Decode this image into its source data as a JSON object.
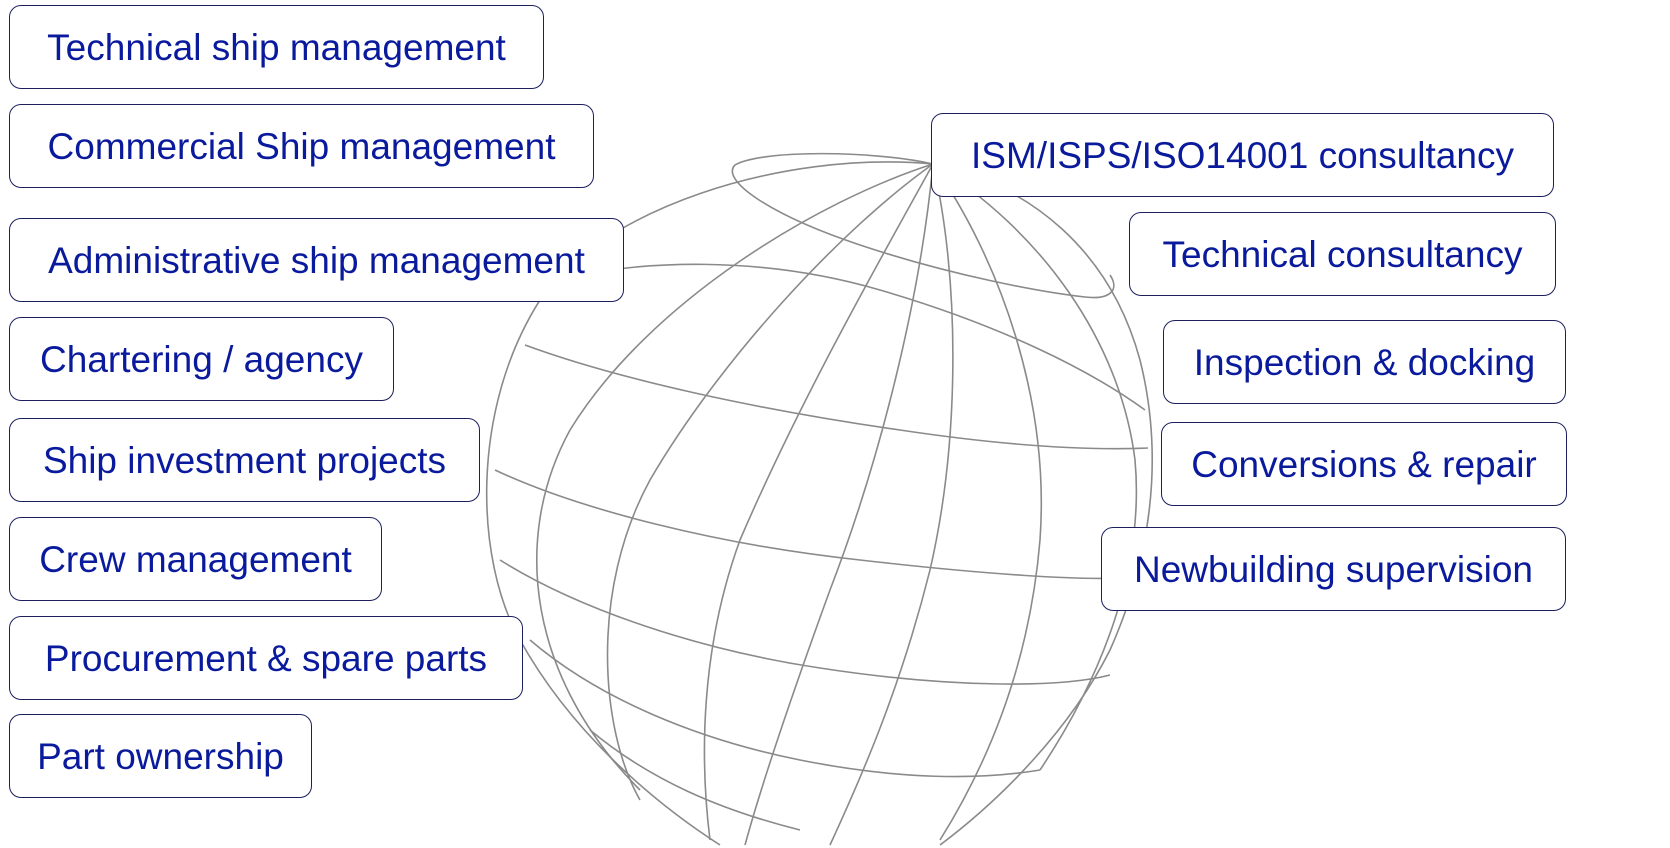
{
  "services_left": [
    "Technical ship management",
    "Commercial Ship management",
    "Administrative ship management",
    "Chartering / agency",
    "Ship investment projects",
    "Crew management",
    "Procurement & spare parts",
    "Part ownership"
  ],
  "services_right": [
    "ISM/ISPS/ISO14001 consultancy",
    "Technical consultancy",
    "Inspection & docking",
    "Conversions & repair",
    "Newbuilding supervision"
  ],
  "colors": {
    "box_text": "#0a1a9c",
    "box_border": "#1b1f5e",
    "globe_lines": "#8a8a8a",
    "background": "#ffffff"
  }
}
